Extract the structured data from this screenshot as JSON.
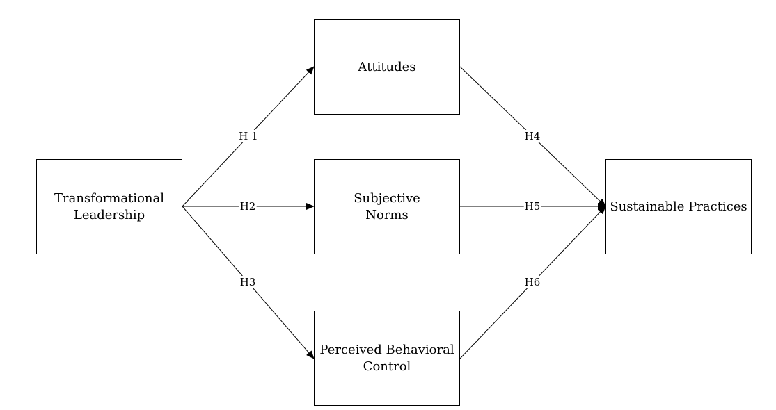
{
  "nodes": {
    "transformational_leadership": "Transformational\nLeadership",
    "attitudes": "Attitudes",
    "subjective_norms": "Subjective\nNorms",
    "perceived_behavioral_control": "Perceived Behavioral\nControl",
    "sustainable_practices": "Sustainable Practices"
  },
  "hypotheses": {
    "h1": "H 1",
    "h2": "H2",
    "h3": "H3",
    "h4": "H4",
    "h5": "H5",
    "h6": "H6"
  },
  "colors": {
    "line": "#000000",
    "background": "#ffffff"
  }
}
